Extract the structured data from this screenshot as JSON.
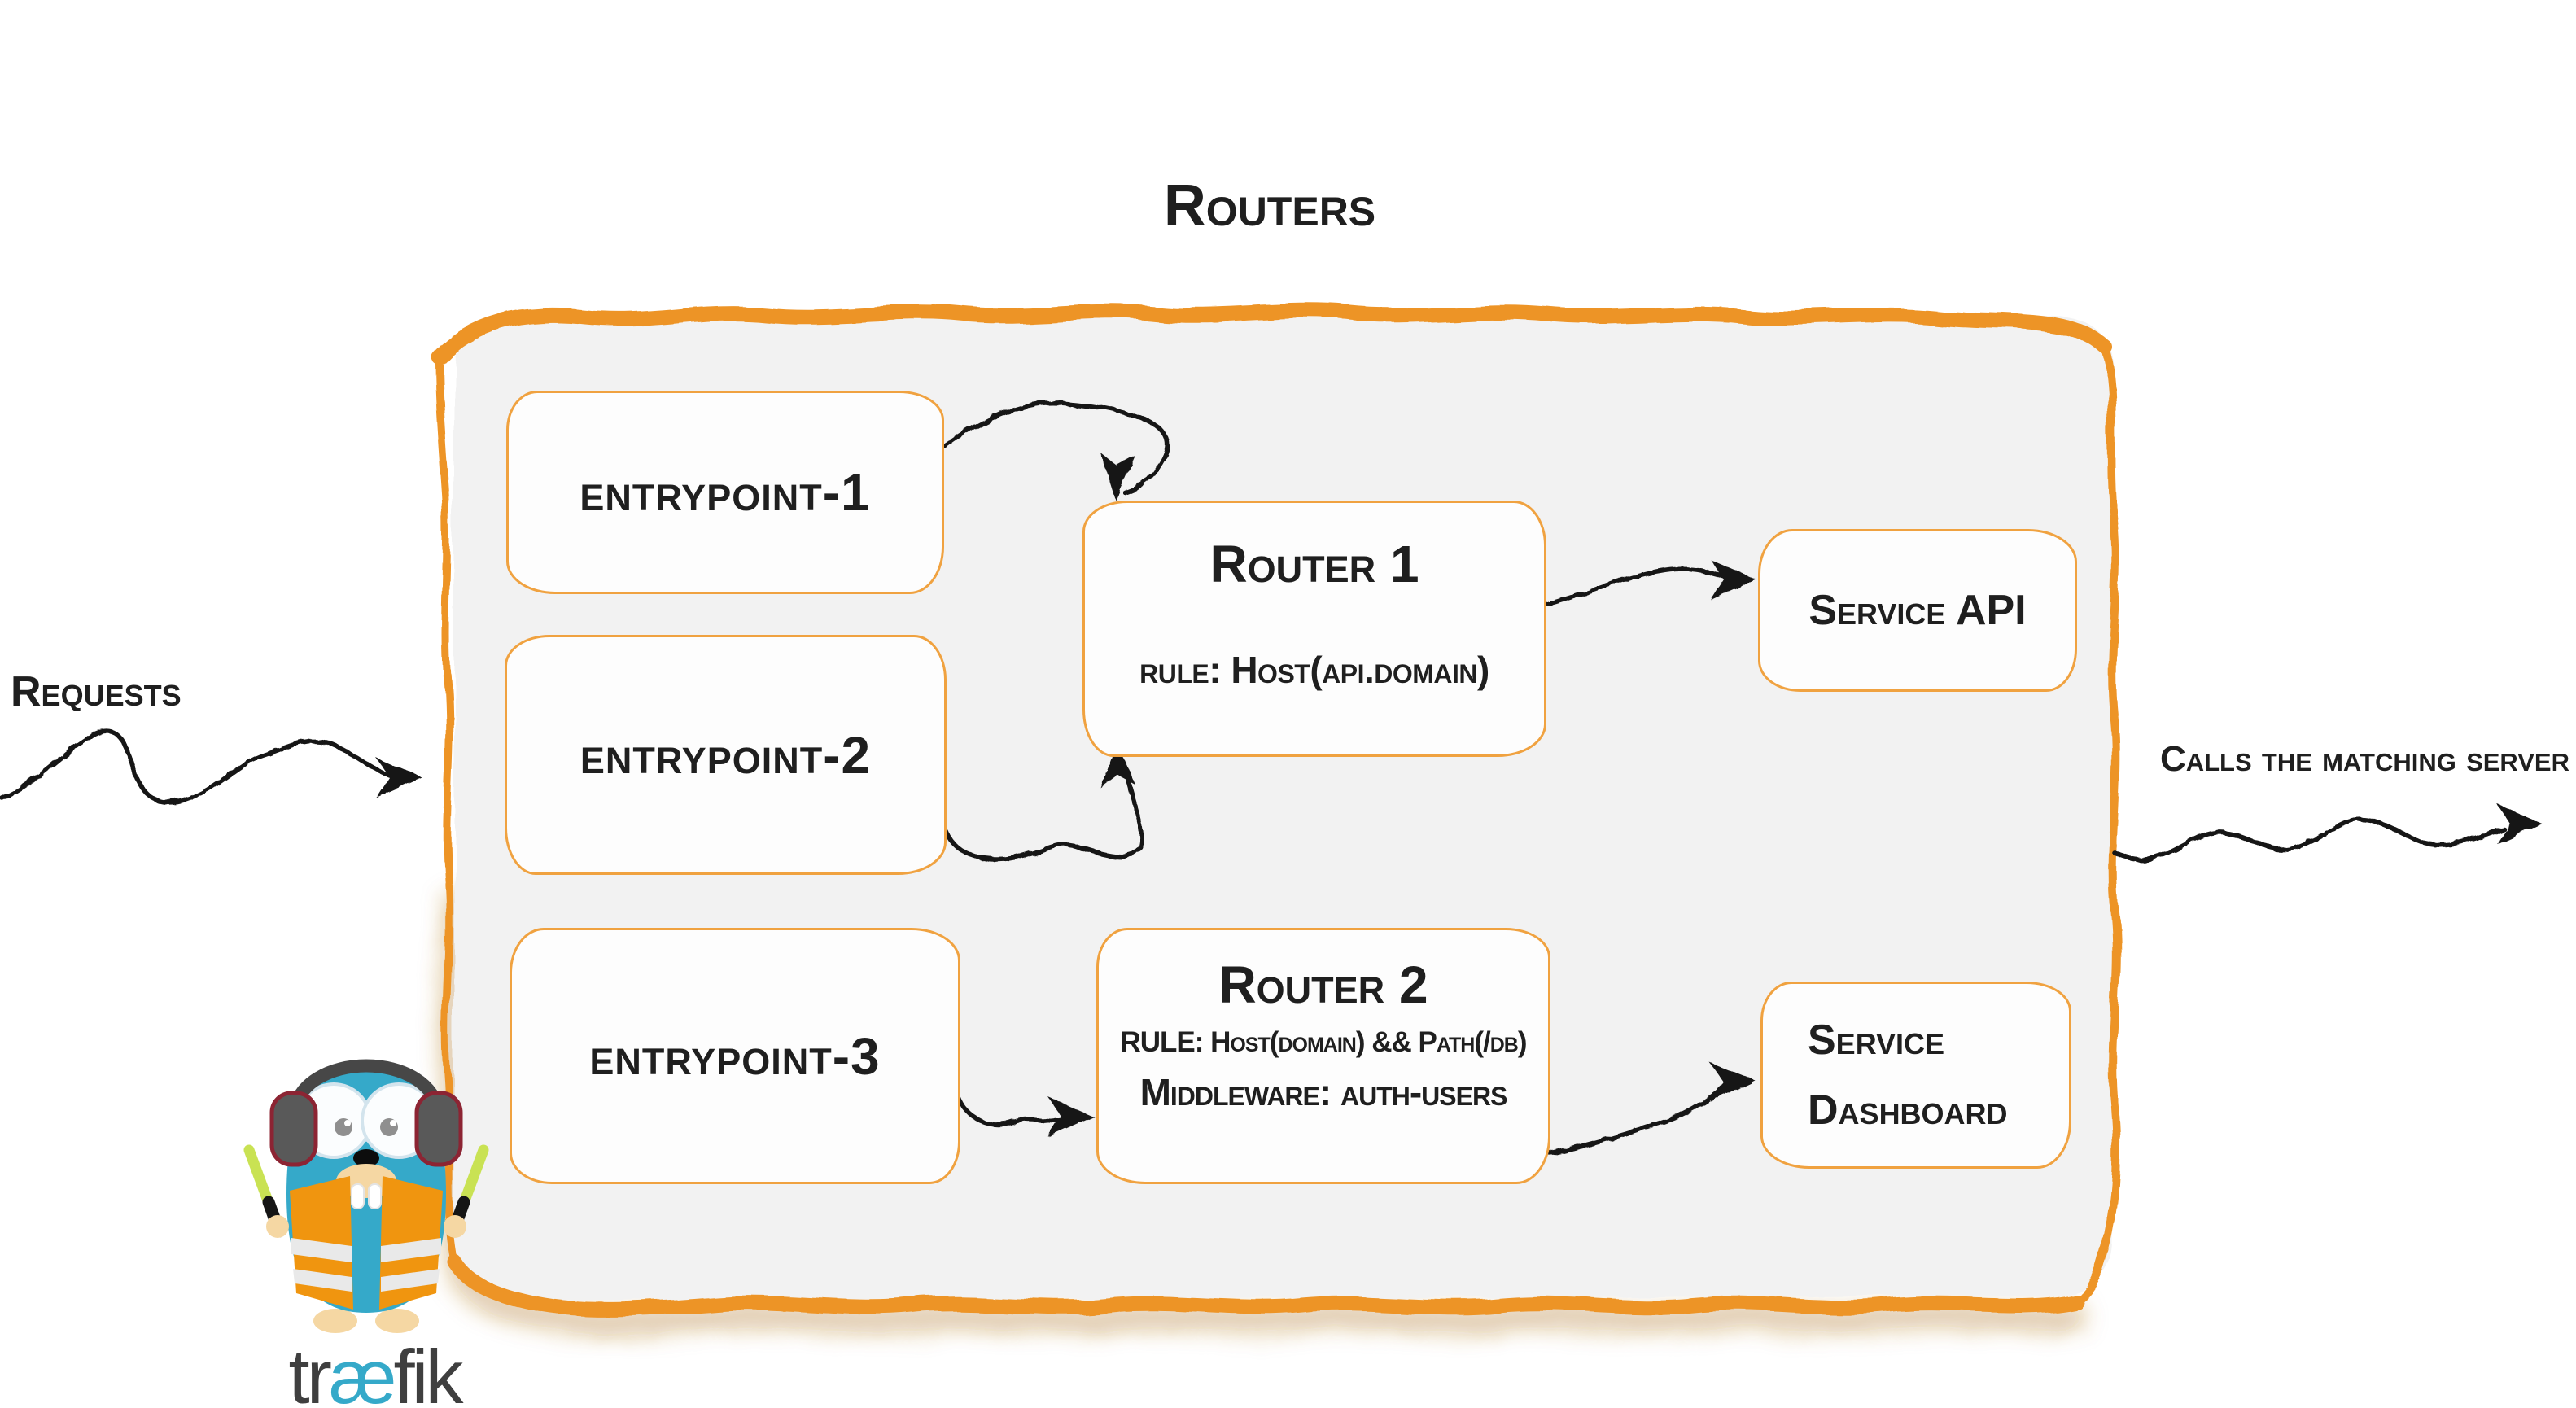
{
  "page": {
    "title": "Routers"
  },
  "labels": {
    "requests": "Requests",
    "calls": "Calls the matching server"
  },
  "entrypoints": [
    {
      "label": "entrypoint-1"
    },
    {
      "label": "entrypoint-2"
    },
    {
      "label": "entrypoint-3"
    }
  ],
  "routers": [
    {
      "title": "Router 1",
      "rule": "rule: Host(api.domain)"
    },
    {
      "title": "Router 2",
      "rule": "RULE: Host(domain) && Path(/db)",
      "middleware": "Middleware: auth-users"
    }
  ],
  "services": [
    {
      "label": "Service API"
    },
    {
      "line1": "Service",
      "line2": "Dashboard"
    }
  ],
  "logo": {
    "name": "traefik-gopher-mascot",
    "pre": "tr",
    "ae": "æ",
    "post": "fik"
  },
  "colors": {
    "container_border": "#ed9426",
    "box_border": "#f0a240",
    "container_fill": "#f2f2f2",
    "ink": "#1f1f1f",
    "logo_blue": "#35a9c9",
    "logo_gray": "#3f3f3f",
    "vest_orange": "#f0950f",
    "stick_green": "#c9e253"
  }
}
